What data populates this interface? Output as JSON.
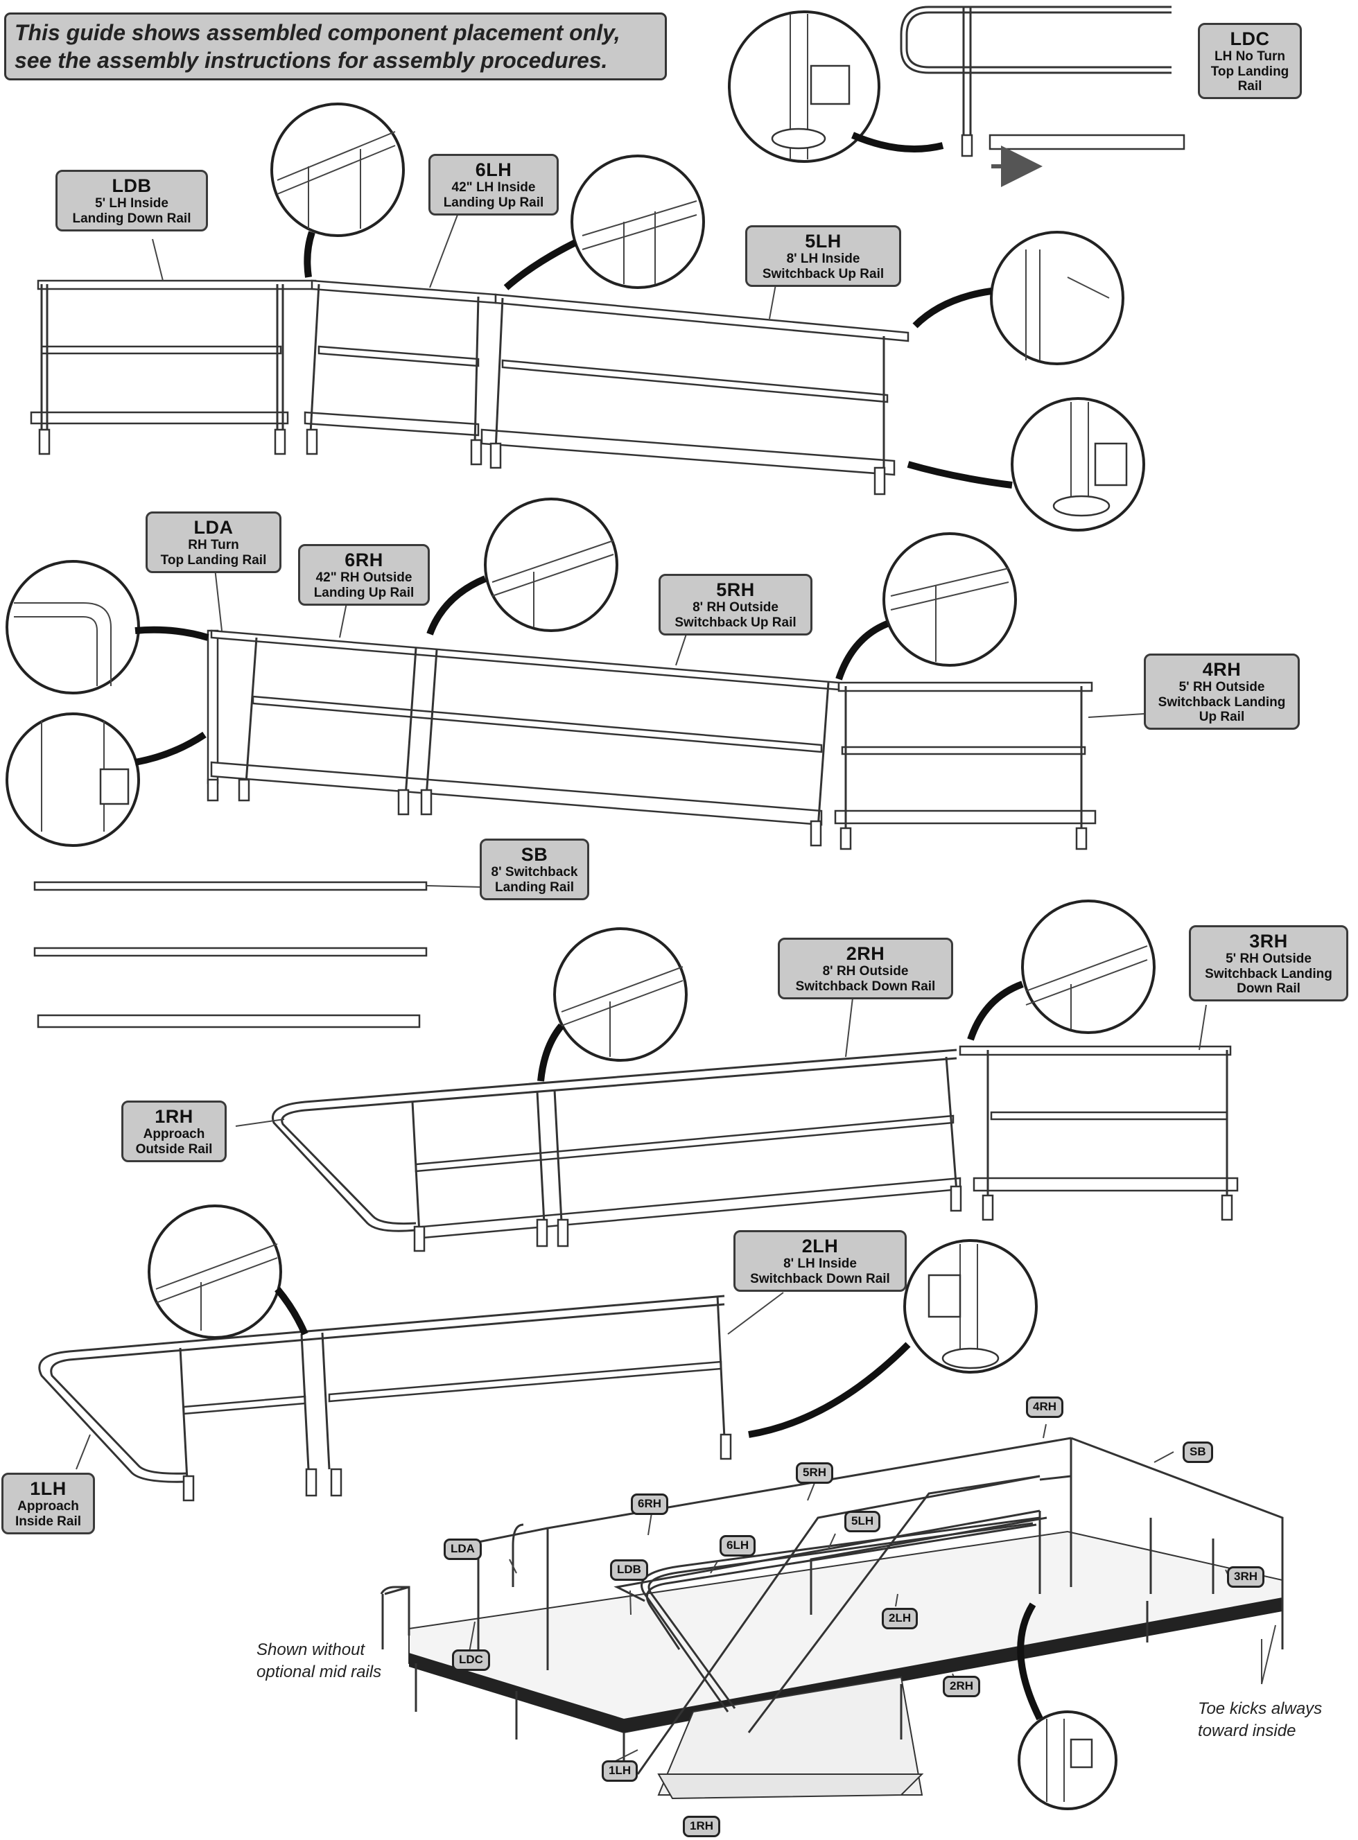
{
  "banner": {
    "line1": "This guide shows assembled component placement only,",
    "line2": "see the assembly instructions for assembly procedures."
  },
  "labels": {
    "ldc": {
      "code": "LDC",
      "desc1": "LH No Turn",
      "desc2": "Top Landing Rail"
    },
    "ldb": {
      "code": "LDB",
      "desc1": "5' LH Inside",
      "desc2": "Landing Down Rail"
    },
    "lh6": {
      "code": "6LH",
      "desc1": "42\" LH Inside",
      "desc2": "Landing Up Rail"
    },
    "lh5": {
      "code": "5LH",
      "desc1": "8' LH Inside",
      "desc2": "Switchback Up Rail"
    },
    "lda": {
      "code": "LDA",
      "desc1": "RH Turn",
      "desc2": "Top Landing Rail"
    },
    "rh6": {
      "code": "6RH",
      "desc1": "42\" RH Outside",
      "desc2": "Landing Up Rail"
    },
    "rh5": {
      "code": "5RH",
      "desc1": "8' RH Outside",
      "desc2": "Switchback Up Rail"
    },
    "rh4": {
      "code": "4RH",
      "desc1": "5' RH Outside",
      "desc2": "Switchback Landing",
      "desc3": "Up Rail"
    },
    "sb": {
      "code": "SB",
      "desc1": "8' Switchback",
      "desc2": "Landing Rail"
    },
    "rh2": {
      "code": "2RH",
      "desc1": "8' RH Outside",
      "desc2": "Switchback Down Rail"
    },
    "rh3": {
      "code": "3RH",
      "desc1": "5' RH Outside",
      "desc2": "Switchback Landing",
      "desc3": "Down Rail"
    },
    "rh1": {
      "code": "1RH",
      "desc1": "Approach",
      "desc2": "Outside Rail"
    },
    "lh2": {
      "code": "2LH",
      "desc1": "8' LH Inside",
      "desc2": "Switchback Down Rail"
    },
    "lh1": {
      "code": "1LH",
      "desc1": "Approach",
      "desc2": "Inside Rail"
    }
  },
  "assembly_tags": {
    "t4rh": "4RH",
    "tsb": "SB",
    "t5rh": "5RH",
    "t6rh": "6RH",
    "t5lh": "5LH",
    "t6lh": "6LH",
    "tlda": "LDA",
    "tldb": "LDB",
    "t3rh": "3RH",
    "t2lh": "2LH",
    "tldc": "LDC",
    "t2rh": "2RH",
    "t1lh": "1LH",
    "t1rh": "1RH"
  },
  "notes": {
    "mid_rails_1": "Shown without",
    "mid_rails_2": "optional mid rails",
    "toe_kicks_1": "Toe kicks always",
    "toe_kicks_2": "toward inside"
  }
}
